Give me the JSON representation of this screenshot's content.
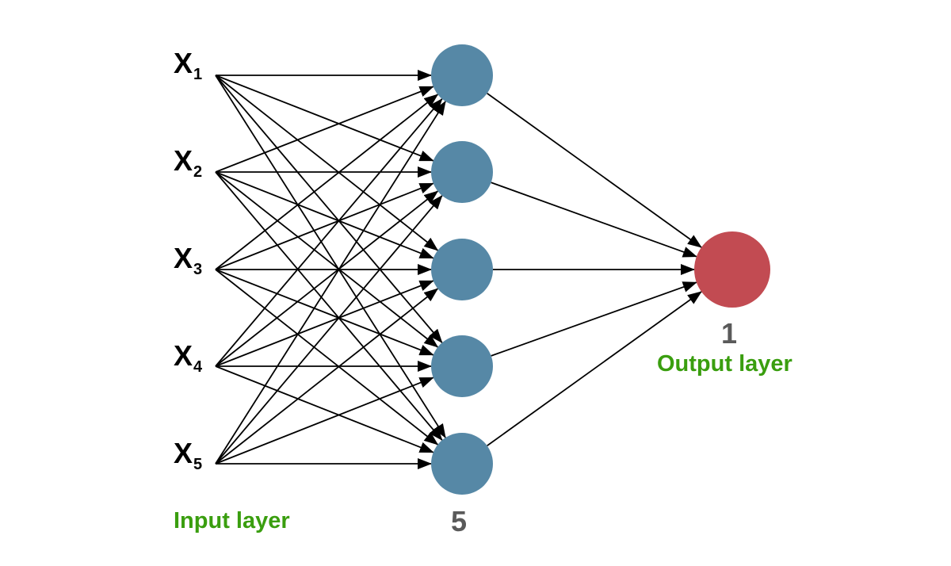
{
  "inputs": [
    {
      "letter": "X",
      "sub": "1"
    },
    {
      "letter": "X",
      "sub": "2"
    },
    {
      "letter": "X",
      "sub": "3"
    },
    {
      "letter": "X",
      "sub": "4"
    },
    {
      "letter": "X",
      "sub": "5"
    }
  ],
  "hidden_count": "5",
  "output_count": "1",
  "input_layer_label": "Input layer",
  "output_layer_label": "Output layer",
  "colors": {
    "hidden_node": "#5688a6",
    "output_node": "#c24b52",
    "label_green": "#3a9e0f",
    "count_gray": "#5a5a5a",
    "edge": "#000000"
  }
}
